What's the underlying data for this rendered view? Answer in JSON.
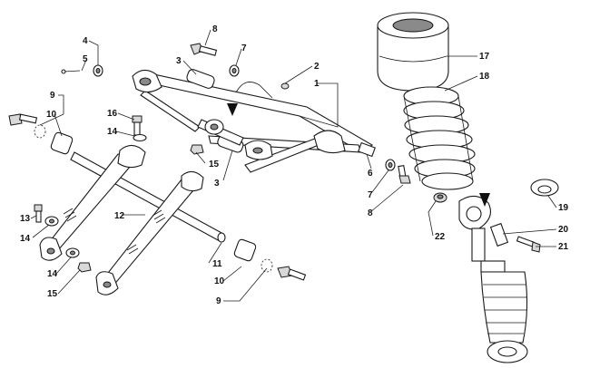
{
  "callouts": {
    "c1": "1",
    "c2": "2",
    "c3a": "3",
    "c3b": "3",
    "c4": "4",
    "c5": "5",
    "c6": "6",
    "c7a": "7",
    "c7b": "7",
    "c8a": "8",
    "c8b": "8",
    "c9a": "9",
    "c9b": "9",
    "c10a": "10",
    "c10b": "10",
    "c11": "11",
    "c12": "12",
    "c13": "13",
    "c14a": "14",
    "c14b": "14",
    "c14c": "14",
    "c15a": "15",
    "c15b": "15",
    "c16": "16",
    "c17": "17",
    "c18": "18",
    "c19": "19",
    "c20": "20",
    "c21": "21",
    "c22": "22"
  }
}
